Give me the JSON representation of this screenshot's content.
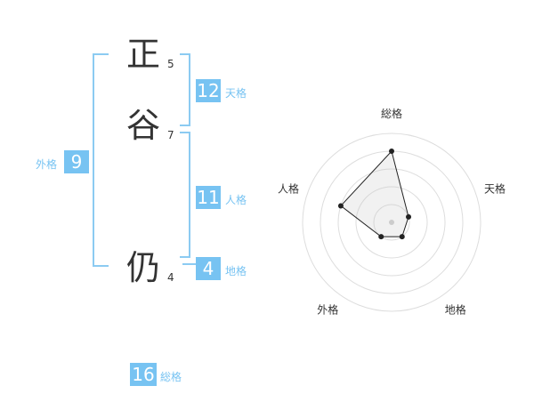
{
  "name": {
    "chars": [
      {
        "char": "正",
        "strokes": "5"
      },
      {
        "char": "谷",
        "strokes": "7"
      },
      {
        "char": "仍",
        "strokes": "4"
      }
    ]
  },
  "scores": {
    "tenkaku": {
      "value": "12",
      "label": "天格"
    },
    "jinkaku": {
      "value": "11",
      "label": "人格"
    },
    "chikaku": {
      "value": "4",
      "label": "地格"
    },
    "gaikaku": {
      "value": "9",
      "label": "外格"
    },
    "soukaku": {
      "value": "16",
      "label": "総格"
    }
  },
  "colors": {
    "accent": "#77c3f2",
    "bracket": "#8ccbf2",
    "text": "#333333"
  },
  "chart_data": {
    "type": "radar",
    "axes": [
      "総格",
      "天格",
      "地格",
      "外格",
      "人格"
    ],
    "values": [
      4,
      1,
      1,
      1,
      3
    ],
    "rmax": 5
  }
}
